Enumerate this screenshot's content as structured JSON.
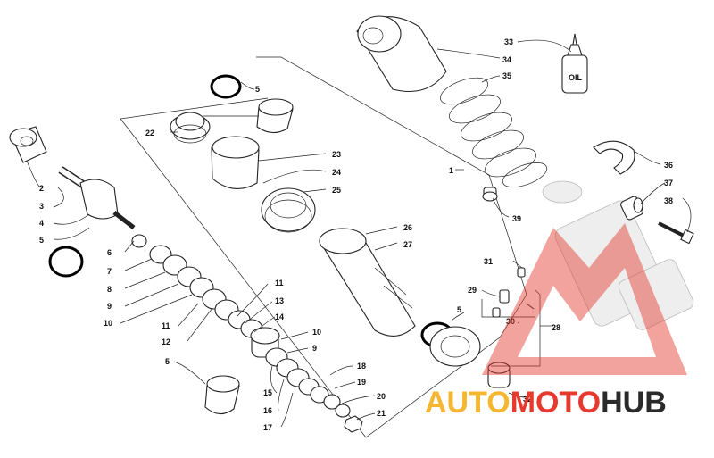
{
  "labels": {
    "n1": "1",
    "n2": "2",
    "n3": "3",
    "n4": "4",
    "n5": "5",
    "n6": "6",
    "n7": "7",
    "n8": "8",
    "n9": "9",
    "n10": "10",
    "n11": "11",
    "n12": "12",
    "n13": "13",
    "n14": "14",
    "n15": "15",
    "n16": "16",
    "n17": "17",
    "n18": "18",
    "n19": "19",
    "n20": "20",
    "n21": "21",
    "n22": "22",
    "n23": "23",
    "n24": "24",
    "n25": "25",
    "n26": "26",
    "n27": "27",
    "n28": "28",
    "n29": "29",
    "n30": "30",
    "n31": "31",
    "n32": "32",
    "n33": "33",
    "n34": "34",
    "n35": "35",
    "n36": "36",
    "n37": "37",
    "n38": "38",
    "n39": "39"
  },
  "oil_bottle_text": "OIL",
  "watermark": {
    "part1": "AUTO",
    "part2": "MOTO",
    "part3": "HUB",
    "color1": "#f5b731",
    "color2": "#e63a2e",
    "color3": "#2a2a2a"
  }
}
